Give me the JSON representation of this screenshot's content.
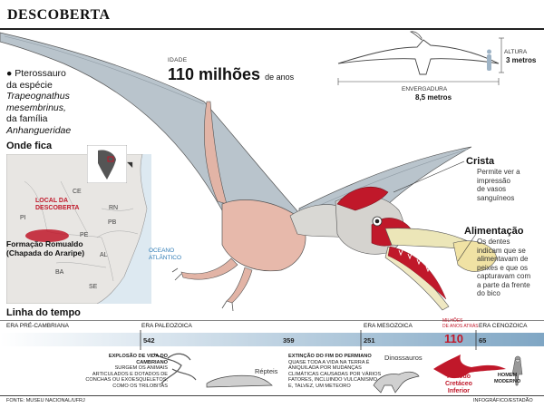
{
  "header": {
    "title": "DESCOBERTA"
  },
  "species": {
    "line1": "Pterossauro",
    "line2": "da espécie",
    "name_line1": "Trapeognathus",
    "name_line2": "mesembrinus,",
    "line5": "da família",
    "family": "Anhangueridae"
  },
  "age": {
    "label": "IDADE",
    "value": "110 milhões",
    "unit": "de anos"
  },
  "dimensions": {
    "height_label": "ALTURA",
    "height_value": "3 metros",
    "wingspan_label": "ENVERGADURA",
    "wingspan_value": "8,5 metros"
  },
  "location": {
    "title": "Onde fica",
    "states": [
      "CE",
      "PI",
      "RN",
      "PB",
      "PE",
      "AL",
      "BA",
      "SE"
    ],
    "local_line1": "LOCAL DA",
    "local_line2": "DESCOBERTA",
    "formation_line1": "Formação Romualdo",
    "formation_line2": "(Chapada do Araripe)",
    "ocean_line1": "OCEANO",
    "ocean_line2": "ATLÂNTICO"
  },
  "crista": {
    "title": "Crista",
    "text": [
      "Permite ver a",
      "impressão",
      "de vasos",
      "sanguíneos"
    ]
  },
  "alimentacao": {
    "title": "Alimentação",
    "text": [
      "Os dentes",
      "indicam que se",
      "alimentavam de",
      "peixes e que os",
      "capturavam com",
      "a parte da frente",
      "do bico"
    ]
  },
  "timeline": {
    "title": "Linha do tempo",
    "eras": [
      "ERA PRÉ-CAMBRIANA",
      "ERA PALEOZOICA",
      "ERA MESOZOICA",
      "ERA CENOZOICA"
    ],
    "ticks": [
      "542",
      "359",
      "251",
      "110",
      "65"
    ],
    "highlight_caption": [
      "MILHÕES",
      "DE ANOS ATRÁS"
    ],
    "events": {
      "cambriano": [
        "EXPLOSÃO DE VIDA DO",
        "CAMBRIANO",
        "SURGEM OS ANIMAIS",
        "ARTICULADOS E DOTADOS DE",
        "CONCHAS OU EXOESQUELETOS,",
        "COMO OS TRILOBITAS"
      ],
      "repteis": "Répteis",
      "permiano": [
        "EXTINÇÃO DO FIM DO PERMIANO",
        "QUASE TODA A VIDA NA TERRA É",
        "ANIQUILADA POR MUDANÇAS",
        "CLIMÁTICAS CAUSADAS POR VÁRIOS",
        "FATORES, INCLUINDO VULCANISMO",
        "E, TALVEZ, UM METEORO"
      ],
      "dinossauros": "Dinossauros",
      "cretaceo": [
        "Período",
        "Cretáceo",
        "Inferior"
      ],
      "homem": [
        "HOMEM",
        "MODERNO"
      ]
    }
  },
  "footer": {
    "source": "FONTE: MUSEU NACIONAL/UFRJ",
    "credit": "INFOGRÁFICO/ESTADÃO"
  },
  "colors": {
    "accent_red": "#c0182a",
    "timeline_blue": "#8fb4cf",
    "ocean_blue": "#2e7bb5",
    "wing_gray": "#b9c4cc",
    "map_land": "#e8e6e3",
    "map_water": "#dde9f1"
  }
}
